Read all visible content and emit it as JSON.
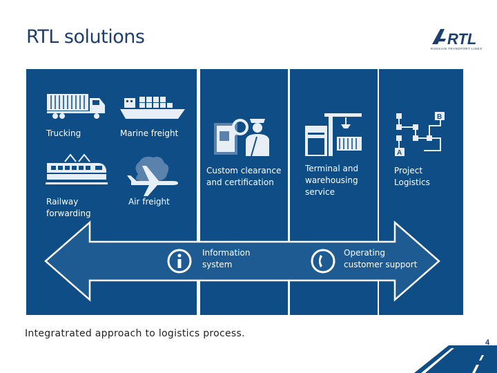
{
  "title": "RTL solutions",
  "logo": {
    "text": "RTL",
    "subtext": "RUSSIAN TRANSPORT LINES"
  },
  "services": {
    "trucking": "Trucking",
    "marine": "Marine freight",
    "railway_line1": "Railway",
    "railway_line2": "forwarding",
    "air": "Air freight",
    "customs_line1": "Custom clearance",
    "customs_line2": "and certification",
    "terminal_line1": "Terminal and",
    "terminal_line2": "warehousing",
    "terminal_line3": "service",
    "project_line1": "Project",
    "project_line2": "Logistics"
  },
  "arrow": {
    "info_line1": "Information",
    "info_line2": "system",
    "support_line1": "Operating",
    "support_line2": "customer support"
  },
  "footer": "Integratrated approach to logistics process.",
  "page_number": "4",
  "colors": {
    "panel": "#0e4d85",
    "title": "#1d3f6e",
    "arrow": "#ffffff"
  }
}
